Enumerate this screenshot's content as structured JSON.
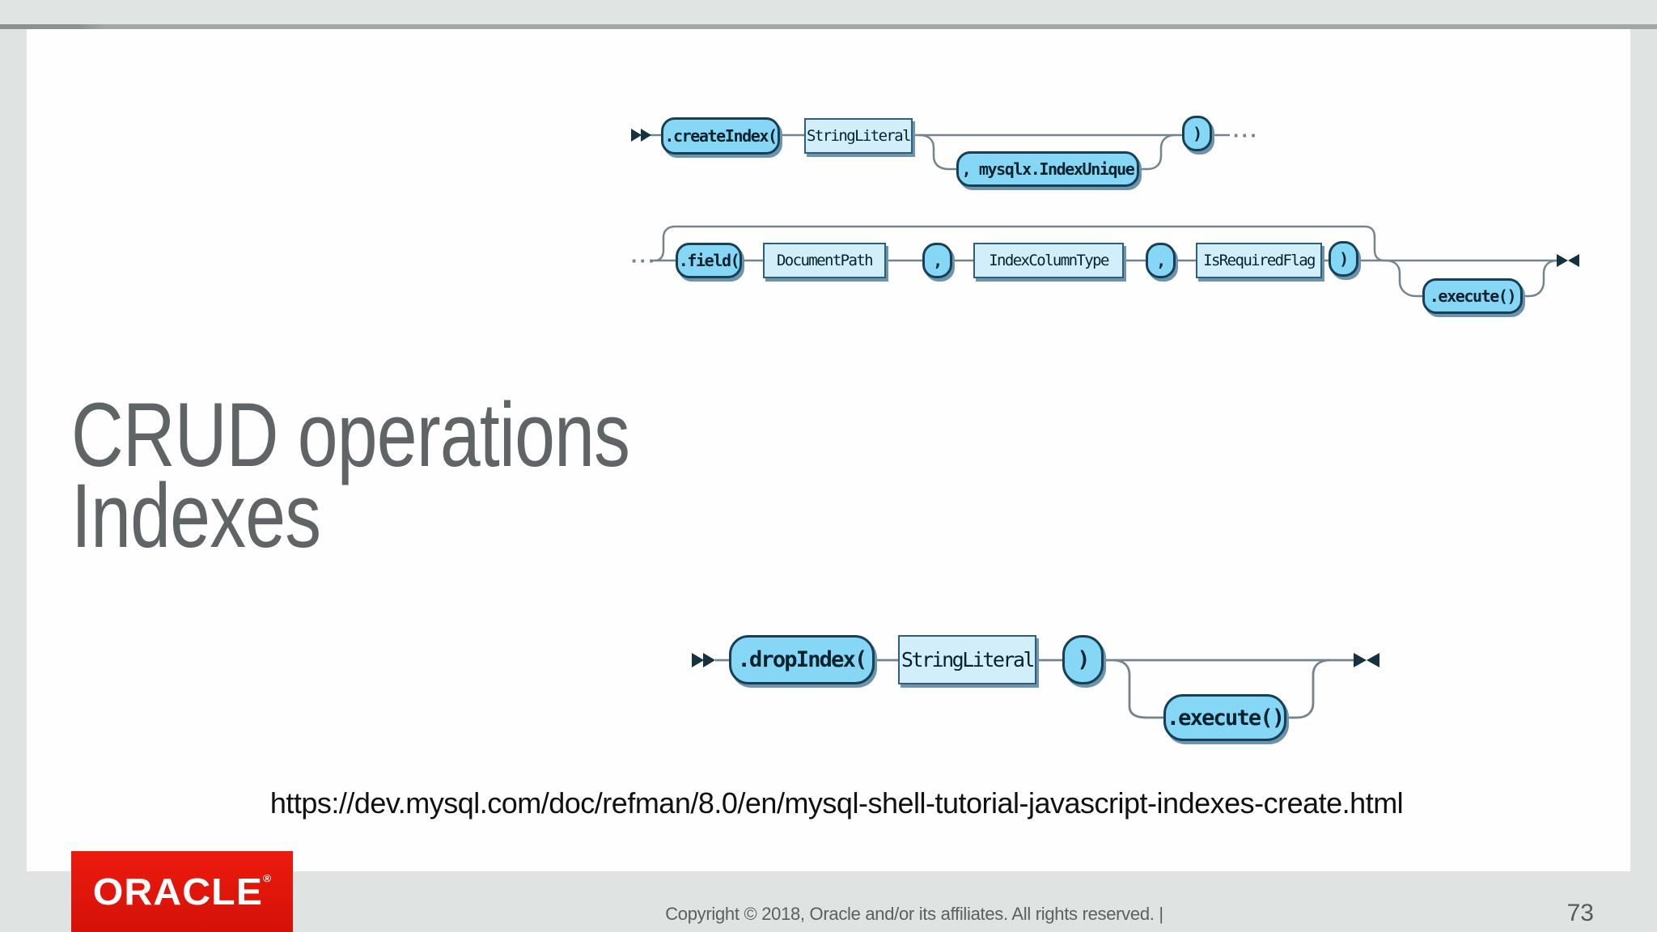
{
  "slide": {
    "title_line1": "CRUD operations",
    "title_line2": "Indexes",
    "url": "https://dev.mysql.com/doc/refman/8.0/en/mysql-shell-tutorial-javascript-indexes-create.html"
  },
  "diagrams": {
    "create_index": {
      "nodes": {
        "create_index": ".createIndex(",
        "string_literal": "StringLiteral",
        "index_unique": ", mysqlx.IndexUnique",
        "close_paren": ")"
      },
      "continuation_dots": "···"
    },
    "field": {
      "leading_dots": "···",
      "nodes": {
        "field": ".field(",
        "document_path": "DocumentPath",
        "comma1": ",",
        "index_column_type": "IndexColumnType",
        "comma2": ",",
        "is_required_flag": "IsRequiredFlag",
        "close_paren": ")",
        "execute": ".execute()"
      }
    },
    "drop_index": {
      "nodes": {
        "drop_index": ".dropIndex(",
        "string_literal": "StringLiteral",
        "close_paren": ")",
        "execute": ".execute()"
      }
    }
  },
  "footer": {
    "copyright": "Copyright © 2018, Oracle and/or its affiliates. All rights reserved.  |",
    "page_number": "73",
    "logo_text": "ORACLE",
    "registered_mark": "®"
  },
  "colors": {
    "terminal_fill": "#86d7f5",
    "nonterminal_fill": "#d3eefb",
    "box_border": "#173f55",
    "rail_line": "#74848e",
    "oracle_red": "#e51b0e",
    "band_gray": "#dfe3e1",
    "title_gray": "#5f6567"
  }
}
